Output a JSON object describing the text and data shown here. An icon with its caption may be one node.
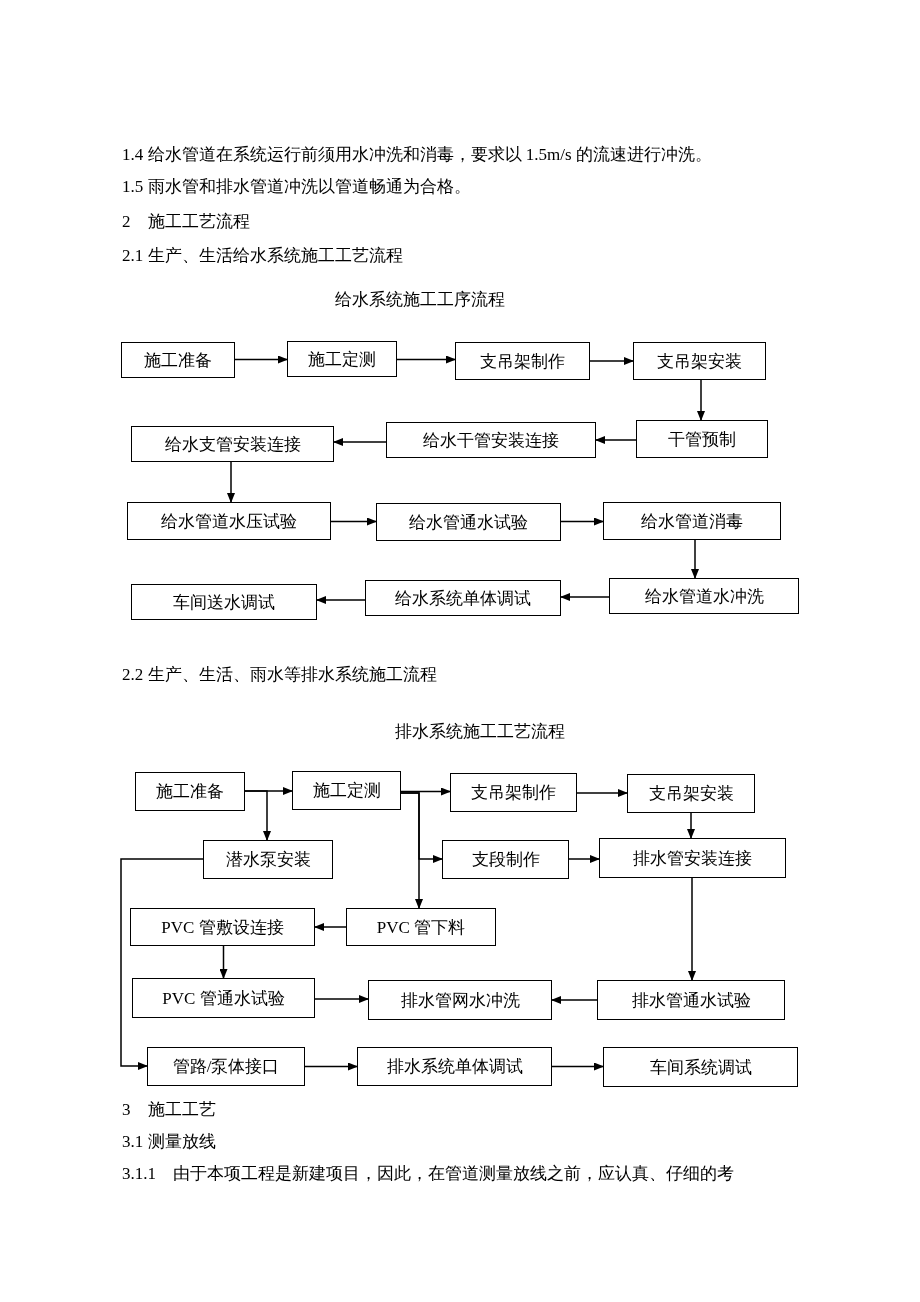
{
  "diagram": {
    "nodes": [
      {
        "text": [
          "施工准备"
        ]
      },
      {
        "text": [
          "施工定测"
        ]
      },
      {
        "text": [
          "支吊架制作"
        ]
      },
      {
        "text": [
          "支吊架安装"
        ]
      },
      {
        "text": [
          "给水支管安装连接"
        ]
      },
      {
        "text": [
          "给水干管安装连接"
        ]
      },
      {
        "text": [
          "干管预制"
        ]
      },
      {
        "text": [
          "给水管道水压试验"
        ]
      },
      {
        "text": [
          "给水管通水试验"
        ]
      },
      {
        "text": [
          "给水管道消毒"
        ]
      },
      {
        "text": [
          "车间送水调试"
        ]
      },
      {
        "text": [
          "给水系统单体调试"
        ]
      },
      {
        "text": [
          "给水管道水冲洗"
        ]
      },
      {
        "text": [
          "施工准备"
        ]
      },
      {
        "text": [
          "施工定测"
        ]
      },
      {
        "text": [
          "支吊架制作"
        ]
      },
      {
        "text": [
          "支吊架安装"
        ]
      },
      {
        "text": [
          "潜水泵安装"
        ]
      },
      {
        "text": [
          "支段制作"
        ]
      },
      {
        "text": [
          "排水管安装连接"
        ]
      },
      {
        "text": [
          "PVC 管敷设连接"
        ]
      },
      {
        "text": [
          "PVC 管下料"
        ]
      },
      {
        "text": [
          "PVC 管通水试验"
        ]
      },
      {
        "text": [
          "排水管网水冲洗"
        ]
      },
      {
        "text": [
          "排水管通水试验"
        ]
      },
      {
        "text": [
          "管路/泵体接口"
        ]
      },
      {
        "text": [
          "排水系统单体调试"
        ]
      },
      {
        "text": [
          "车间系统调试"
        ]
      }
    ],
    "edges": [
      {
        "from": 0,
        "to": 1,
        "arrow": "to"
      },
      {
        "from": 1,
        "to": 2,
        "arrow": "to"
      },
      {
        "from": 2,
        "to": 3,
        "arrow": "to"
      },
      {
        "from": 3,
        "to": 6,
        "arrow": "to"
      },
      {
        "from": 6,
        "to": 5,
        "arrow": "to"
      },
      {
        "from": 5,
        "to": 4,
        "arrow": "to"
      },
      {
        "from": 4,
        "to": 7,
        "arrow": "to"
      },
      {
        "from": 7,
        "to": 8,
        "arrow": "to"
      },
      {
        "from": 8,
        "to": 9,
        "arrow": "to"
      },
      {
        "from": 9,
        "to": 12,
        "arrow": "to"
      },
      {
        "from": 12,
        "to": 11,
        "arrow": "to"
      },
      {
        "from": 11,
        "to": 10,
        "arrow": "to"
      },
      {
        "from": 13,
        "to": 14,
        "arrow": "to"
      },
      {
        "from": 13,
        "to": 17,
        "arrow": "to"
      },
      {
        "from": 14,
        "to": 15,
        "arrow": "to"
      },
      {
        "from": 14,
        "to": 18,
        "arrow": "to"
      },
      {
        "from": 14,
        "to": 21,
        "arrow": "to"
      },
      {
        "from": 15,
        "to": 16,
        "arrow": "to"
      },
      {
        "from": 16,
        "to": 19,
        "arrow": "to"
      },
      {
        "from": 18,
        "to": 19,
        "arrow": "to"
      },
      {
        "from": 19,
        "to": 24,
        "arrow": "to"
      },
      {
        "from": 21,
        "to": 20,
        "arrow": "to"
      },
      {
        "from": 20,
        "to": 22,
        "arrow": "to"
      },
      {
        "from": 22,
        "to": 23,
        "arrow": "to"
      },
      {
        "from": 24,
        "to": 23,
        "arrow": "to"
      },
      {
        "from": 17,
        "to": 25,
        "arrow": "to"
      },
      {
        "from": 25,
        "to": 26,
        "arrow": "to"
      },
      {
        "from": 26,
        "to": 27,
        "arrow": "to"
      }
    ],
    "labels": [
      "1.4 给水管道在系统运行前须用水冲洗和消毒，要求以 1.5m/s 的流速进行冲洗。",
      "1.5 雨水管和排水管道冲洗以管道畅通为合格。",
      "2　施工工艺流程",
      "2.1 生产、生活给水系统施工工艺流程",
      "给水系统施工工序流程",
      "2.2 生产、生活、雨水等排水系统施工流程",
      "排水系统施工工艺流程",
      "3　施工工艺",
      "3.1 测量放线",
      "3.1.1　由于本项工程是新建项目，因此，在管道测量放线之前，应认真、仔细的考"
    ]
  }
}
